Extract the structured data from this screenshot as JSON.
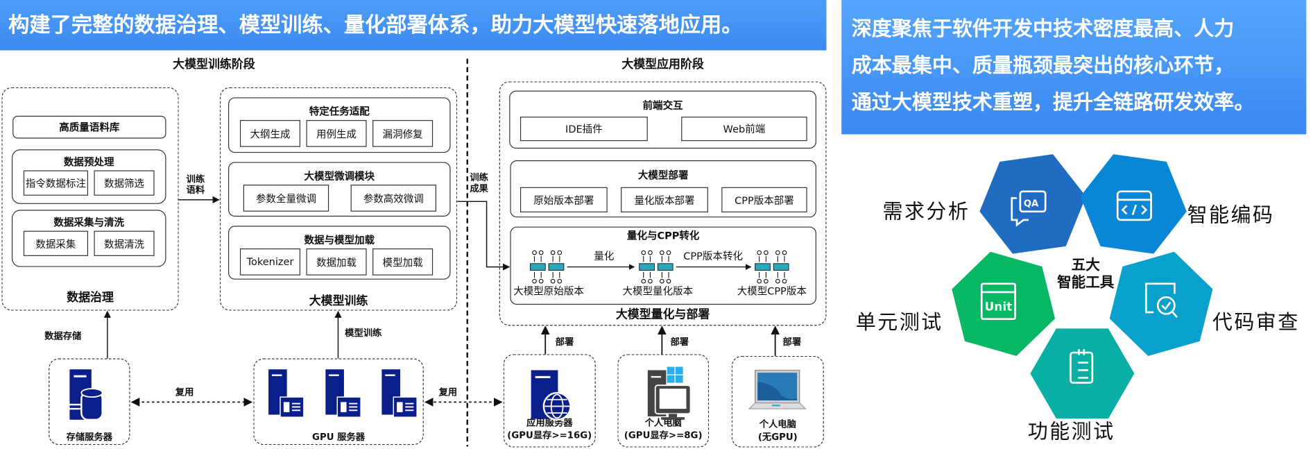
{
  "banner": {
    "text": "构建了完整的数据治理、模型训练、量化部署体系，助力大模型快速落地应用。"
  },
  "summary": {
    "lines": [
      "深度聚焦于软件开发中技术密度最高、人力",
      "成本最集中、质量瓶颈最突出的核心环节，",
      "通过大模型技术重塑，提升全链路研发效率。"
    ]
  },
  "training_phase": {
    "title": "大模型训练阶段",
    "data_governance": {
      "label": "数据治理",
      "corpus": "高质量语料库",
      "preprocess": {
        "title": "数据预处理",
        "items": [
          "指令数据标注",
          "数据筛选"
        ]
      },
      "collect": {
        "title": "数据采集与清洗",
        "items": [
          "数据采集",
          "数据清洗"
        ]
      }
    },
    "arrow_label": [
      "训练",
      "语料"
    ],
    "model_training": {
      "label": "大模型训练",
      "task": {
        "title": "特定任务适配",
        "items": [
          "大纲生成",
          "用例生成",
          "漏洞修复"
        ]
      },
      "finetune": {
        "title": "大模型微调模块",
        "items": [
          "参数全量微调",
          "参数高效微调"
        ]
      },
      "loading": {
        "title": "数据与模型加载",
        "items": [
          "Tokenizer",
          "数据加载",
          "模型加载"
        ]
      }
    },
    "storage_arrow": "数据存储",
    "training_arrow": "模型训练",
    "storage_server": "存储服务器",
    "gpu_server": "GPU 服务器",
    "reuse": "复用"
  },
  "application_phase": {
    "title": "大模型应用阶段",
    "arrow_label": [
      "训练",
      "成果"
    ],
    "label": "大模型量化与部署",
    "frontend": {
      "title": "前端交互",
      "items": [
        "IDE插件",
        "Web前端"
      ]
    },
    "deploy": {
      "title": "大模型部署",
      "items": [
        "原始版本部署",
        "量化版本部署",
        "CPP版本部署"
      ]
    },
    "convert": {
      "title": "量化与CPP转化",
      "steps": [
        "量化",
        "CPP版本转化"
      ],
      "models": [
        "大模型原始版本",
        "大模型量化版本",
        "大模型CPP版本"
      ]
    },
    "reuse": "复用",
    "deploy_label": "部署",
    "devices": [
      {
        "name": "应用服务器",
        "spec": "(GPU显存>=16G)",
        "icon": "globe-server-icon"
      },
      {
        "name": "个人电脑",
        "spec": "(GPU显存>=8G)",
        "icon": "windows-pc-icon"
      },
      {
        "name": "个人电脑",
        "spec": "(无GPU)",
        "icon": "laptop-icon"
      }
    ]
  },
  "tools": {
    "center": [
      "五大",
      "智能工具"
    ],
    "items": [
      {
        "label": "需求分析",
        "icon": "qa-chat-icon",
        "color": "#1f6cc2",
        "text_color": "#1e72c6"
      },
      {
        "label": "智能编码",
        "icon": "code-window-icon",
        "color": "#0a86d6",
        "text_color": "#1e72c6"
      },
      {
        "label": "单元测试",
        "icon": "unit-test-icon",
        "unit_text": "Unit",
        "color": "#06b864",
        "text_color": "#12ad5e"
      },
      {
        "label": "代码审查",
        "icon": "search-check-icon",
        "color": "#0aa0cc",
        "text_color": "#129ec8"
      },
      {
        "label": "功能测试",
        "icon": "checklist-icon",
        "color": "#0aafa4",
        "text_color": "#16a89a"
      }
    ]
  }
}
